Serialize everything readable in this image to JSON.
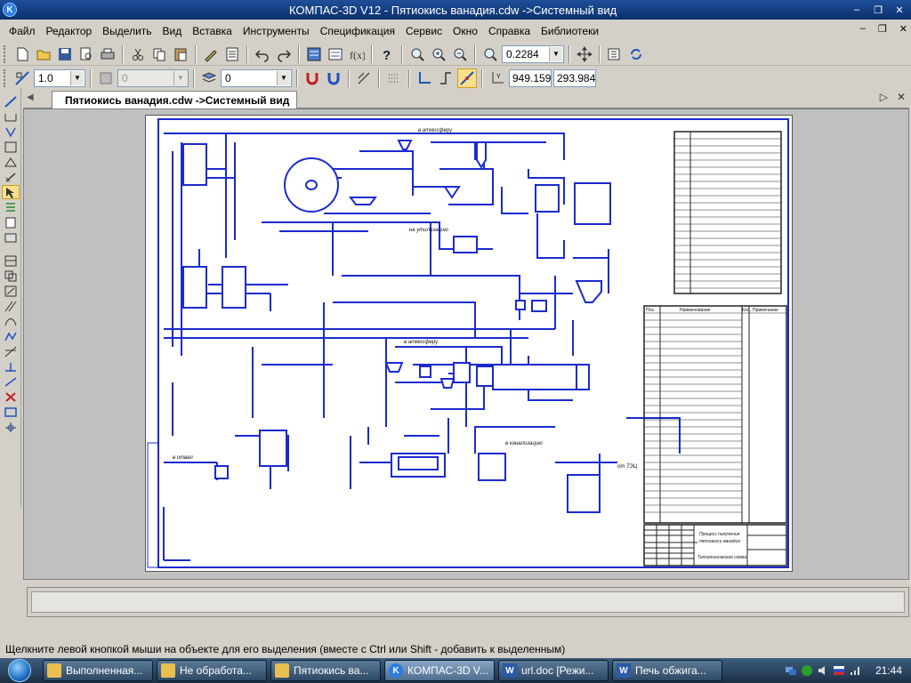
{
  "window": {
    "title": "КОМПАС-3D V12 - Пятиокись ванадия.cdw ->Системный вид",
    "app_icon": "kompas-logo-icon"
  },
  "menu": [
    {
      "label": "Файл"
    },
    {
      "label": "Редактор"
    },
    {
      "label": "Выделить"
    },
    {
      "label": "Вид"
    },
    {
      "label": "Вставка"
    },
    {
      "label": "Инструменты"
    },
    {
      "label": "Спецификация"
    },
    {
      "label": "Сервис"
    },
    {
      "label": "Окно"
    },
    {
      "label": "Справка"
    },
    {
      "label": "Библиотеки"
    }
  ],
  "toolbar1": {
    "zoom_value": "0.2284"
  },
  "toolbar2": {
    "scale_value": "1.0",
    "layer_combo": "0",
    "style_combo": "0",
    "coord_x": "949.159",
    "coord_y": "293.984"
  },
  "tabs": {
    "document_tab": "Пятиокись ванадия.cdw ->Системный вид"
  },
  "drawing": {
    "labels": {
      "flow_1": "в атмосферу",
      "flow_2": "на утилизацию",
      "flow_3": "в атмосферу",
      "flow_4": "в канализацию",
      "flow_5": "в отвал",
      "flow_6": "от ТЭЦ"
    },
    "title_block": {
      "line_1": "Процесс получения",
      "line_2": "пятиокиси ванадия",
      "line_3": "Технологическая схема"
    },
    "spec_header": {
      "col_1": "Поз.",
      "col_2": "Наименование",
      "col_3": "Кол.",
      "col_4": "Примечание"
    }
  },
  "status": {
    "message": "Щелкните левой кнопкой мыши на объекте для его выделения (вместе с Ctrl или Shift - добавить к выделенным)"
  },
  "taskbar": {
    "items": [
      {
        "label": "Выполненная..."
      },
      {
        "label": "Не обработа..."
      },
      {
        "label": "Пятиокись ва..."
      },
      {
        "label": "КОМПАС-3D V..."
      },
      {
        "label": "url.doc [Режи..."
      },
      {
        "label": "Печь обжига..."
      }
    ],
    "clock": "21:44"
  }
}
